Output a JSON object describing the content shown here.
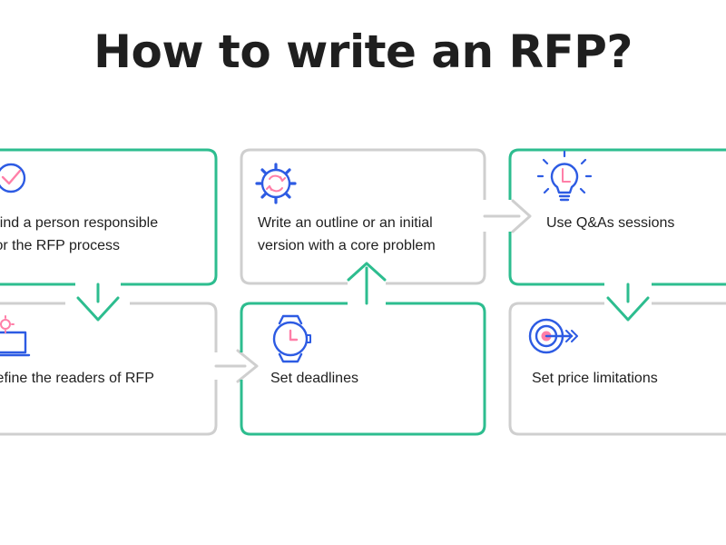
{
  "title": "How to write an RFP?",
  "steps": [
    {
      "line1": "Find a person responsible",
      "line2": "for the RFP process",
      "icon": "clock-check-icon"
    },
    {
      "line1": "Define the readers of RFP",
      "icon": "laptop-gear-icon"
    },
    {
      "line1": "Set deadlines",
      "icon": "wristwatch-icon"
    },
    {
      "line1": "Write an outline or an initial",
      "line2": "version with a core problem",
      "icon": "gear-cycle-icon"
    },
    {
      "line1": "Use Q&As sessions",
      "icon": "lightbulb-icon"
    },
    {
      "line1": "Set price limitations",
      "icon": "target-icon"
    }
  ],
  "colors": {
    "accent": "#2dbd8f",
    "inactive": "#cfcfcf",
    "icon_blue": "#2d5be3",
    "icon_pink": "#ff7fa8",
    "text": "#1f1f1f"
  }
}
